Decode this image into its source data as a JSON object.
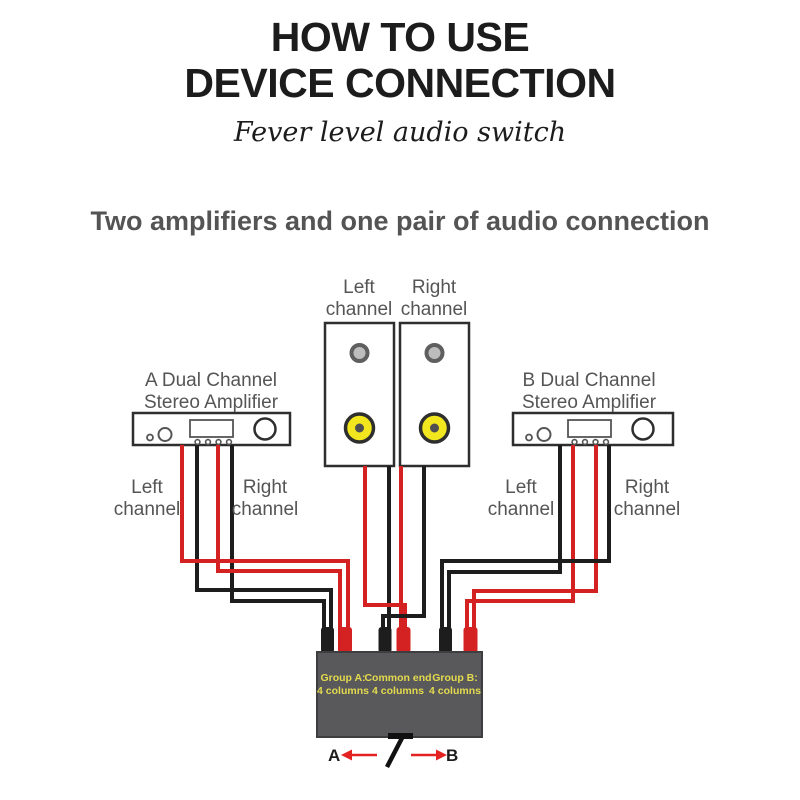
{
  "title": {
    "line1": "HOW TO USE",
    "line2": "DEVICE CONNECTION",
    "subtitle": "Fever level audio switch"
  },
  "heading": "Two amplifiers and one pair of audio connection",
  "speakers": {
    "left": {
      "line1": "Left",
      "line2": "channel"
    },
    "right": {
      "line1": "Right",
      "line2": "channel"
    }
  },
  "amp_a": {
    "name_line1": "A Dual Channel",
    "name_line2": "Stereo Amplifier",
    "left_channel": {
      "line1": "Left",
      "line2": "channel"
    },
    "right_channel": {
      "line1": "Right",
      "line2": "channel"
    }
  },
  "amp_b": {
    "name_line1": "B Dual Channel",
    "name_line2": "Stereo Amplifier",
    "left_channel": {
      "line1": "Left",
      "line2": "channel"
    },
    "right_channel": {
      "line1": "Right",
      "line2": "channel"
    }
  },
  "switch_box": {
    "group_a": {
      "line1": "Group A:",
      "line2": "4 columns"
    },
    "common": {
      "line1": "Common end",
      "line2": "4 columns"
    },
    "group_b": {
      "line1": "Group B:",
      "line2": "4 columns"
    },
    "selector_a": "A",
    "selector_b": "B"
  },
  "colors": {
    "wire_red": "#d42222",
    "wire_black": "#1d1d1d",
    "switch_box_gray": "#59595b",
    "label_yellow": "#e3da4e",
    "text_gray": "#555555",
    "arrow_red": "#e32222",
    "speaker_cone_yellow": "#f2e71e",
    "title_black": "#1c1c1c"
  }
}
